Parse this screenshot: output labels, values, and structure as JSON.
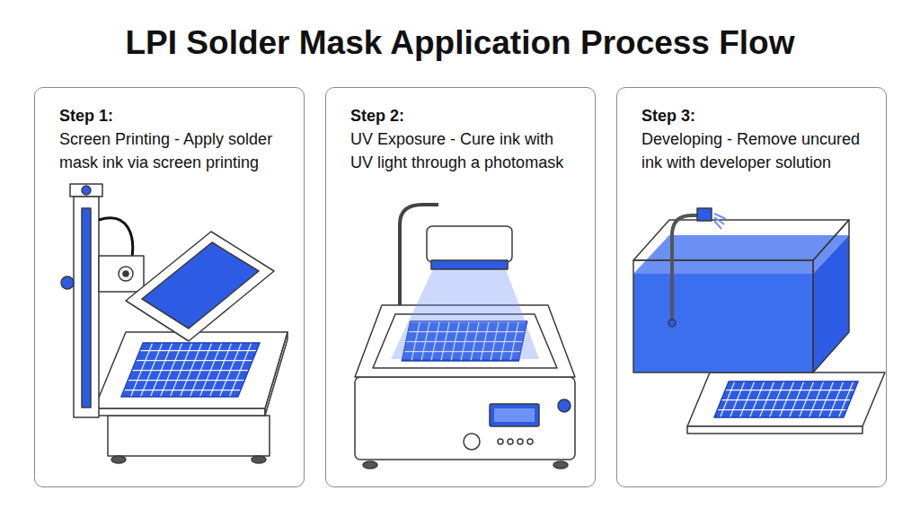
{
  "diagram": {
    "title": "LPI Solder Mask Application Process Flow",
    "nodes": [
      {
        "text": [
          "Step 1:",
          "Screen Printing - Apply solder mask ink via screen printing"
        ]
      },
      {
        "text": [
          "Step 2:",
          "UV Exposure - Cure ink with UV light through a photomask"
        ]
      },
      {
        "text": [
          "Step 3:",
          "Developing - Remove uncured ink with developer solution"
        ]
      }
    ]
  }
}
